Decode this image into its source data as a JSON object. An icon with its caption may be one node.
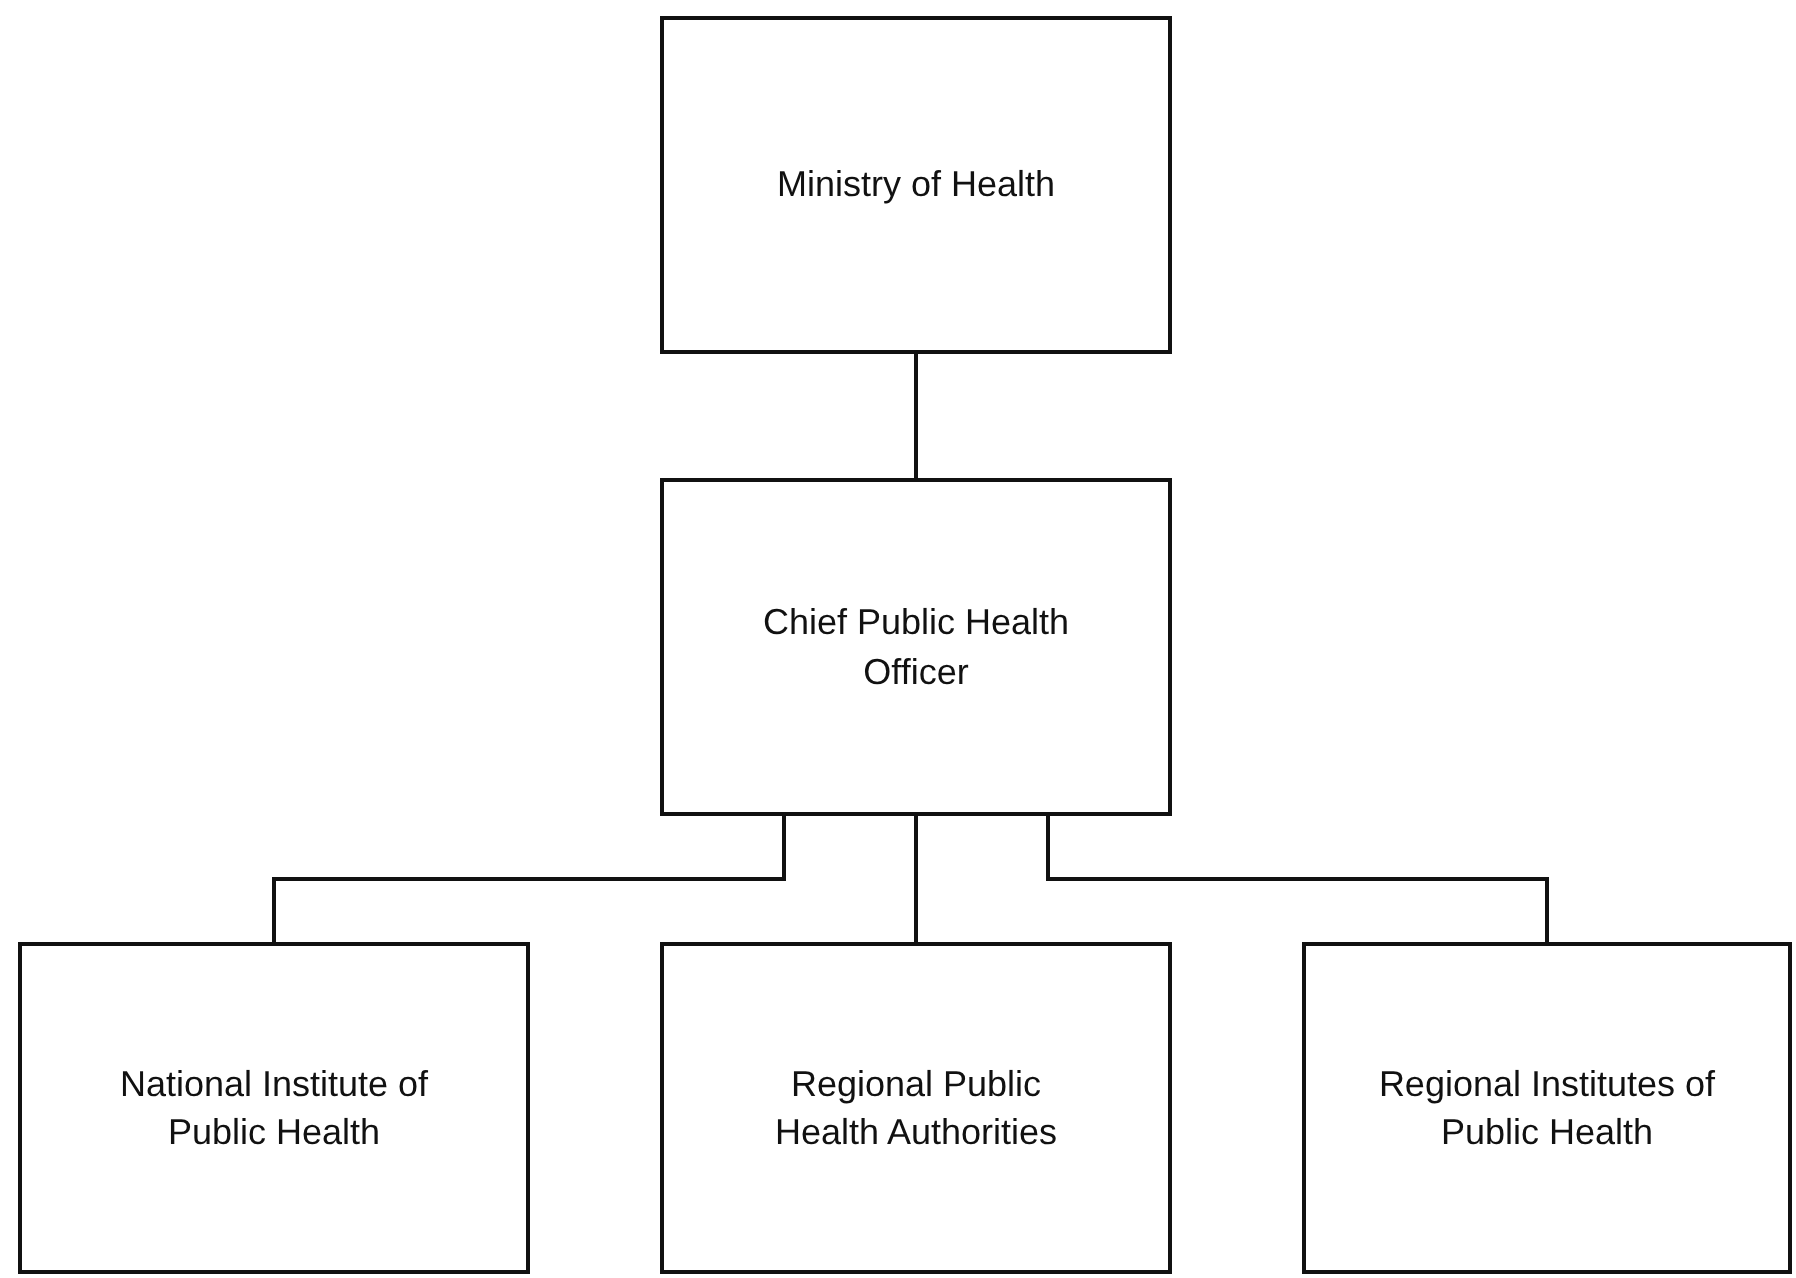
{
  "diagram": {
    "nodes": [
      {
        "text": [
          "Ministry of Health"
        ]
      },
      {
        "text": [
          "Chief Public Health Officer"
        ]
      },
      {
        "text": [
          "National Institute of Public Health"
        ]
      },
      {
        "text": [
          "Regional Public Health Authorities"
        ]
      },
      {
        "text": [
          "Regional Institutes of Public Health"
        ]
      }
    ],
    "edges": [
      {
        "from": 0,
        "to": 1,
        "arrow": "none"
      },
      {
        "from": 1,
        "to": 2,
        "arrow": "none"
      },
      {
        "from": 1,
        "to": 3,
        "arrow": "none"
      },
      {
        "from": 1,
        "to": 4,
        "arrow": "none"
      }
    ]
  }
}
